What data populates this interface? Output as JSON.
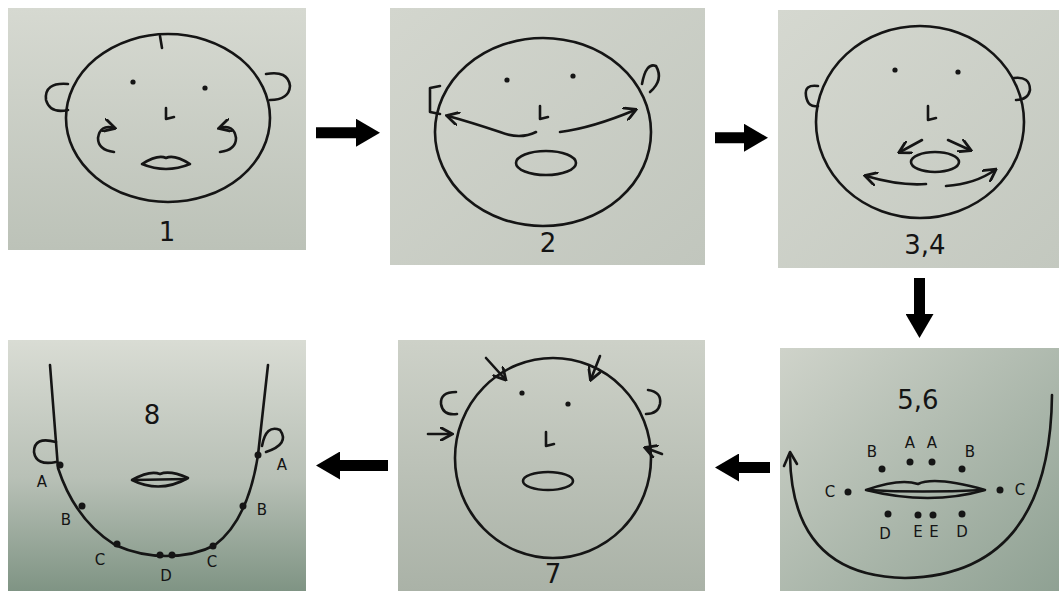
{
  "diagram": {
    "nodes": [
      {
        "text": [
          "1"
        ]
      },
      {
        "text": [
          "2"
        ]
      },
      {
        "text": [
          "3,4"
        ]
      },
      {
        "text": [
          "8",
          "A",
          "A",
          "B",
          "B",
          "C",
          "D",
          "C"
        ]
      },
      {
        "text": [
          "7"
        ]
      },
      {
        "text": [
          "5,6",
          "B",
          "A",
          "A",
          "B",
          "C",
          "C",
          "D",
          "E",
          "E",
          "D"
        ]
      }
    ],
    "edges": [
      {
        "from": 0,
        "to": 1,
        "arrow": "to"
      },
      {
        "from": 1,
        "to": 2,
        "arrow": "to"
      },
      {
        "from": 2,
        "to": 5,
        "arrow": "to"
      },
      {
        "from": 5,
        "to": 4,
        "arrow": "to"
      },
      {
        "from": 4,
        "to": 3,
        "arrow": "to"
      }
    ]
  }
}
